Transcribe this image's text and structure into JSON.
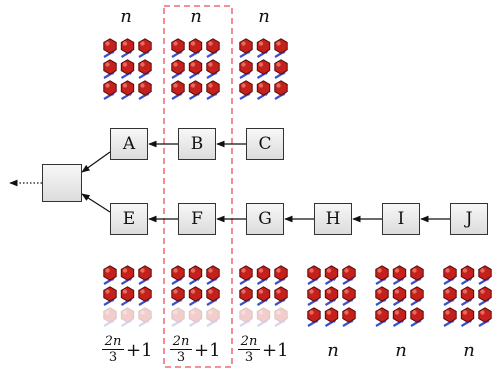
{
  "colors": {
    "gem_fill": "#c4201c",
    "gem_stroke": "#5a0a08",
    "arrow_blue": "#3a4fd0",
    "dashed_highlight": "#e8505a",
    "box_border": "#333333"
  },
  "icons": {
    "gem": "red-hexagon-gem-icon",
    "arrow": "blue-arrow-icon"
  },
  "top_labels": [
    "n",
    "n",
    "n"
  ],
  "boxes": {
    "row1": [
      "A",
      "B",
      "C"
    ],
    "row2": [
      "E",
      "F",
      "G",
      "H",
      "I",
      "J"
    ]
  },
  "bottom_labels": {
    "fraction": {
      "numerator": "2n",
      "denominator": "3",
      "tail": "+1"
    },
    "plain": [
      "n",
      "n",
      "n"
    ]
  },
  "top_groups": {
    "count": 3,
    "rows": 3,
    "cols": 3,
    "faded_rows": 0
  },
  "bottom_groups_partial": {
    "count": 3,
    "rows": 3,
    "cols": 3,
    "faded_rows": 1
  },
  "bottom_groups_full": {
    "count": 3,
    "rows": 3,
    "cols": 3,
    "faded_rows": 0
  }
}
